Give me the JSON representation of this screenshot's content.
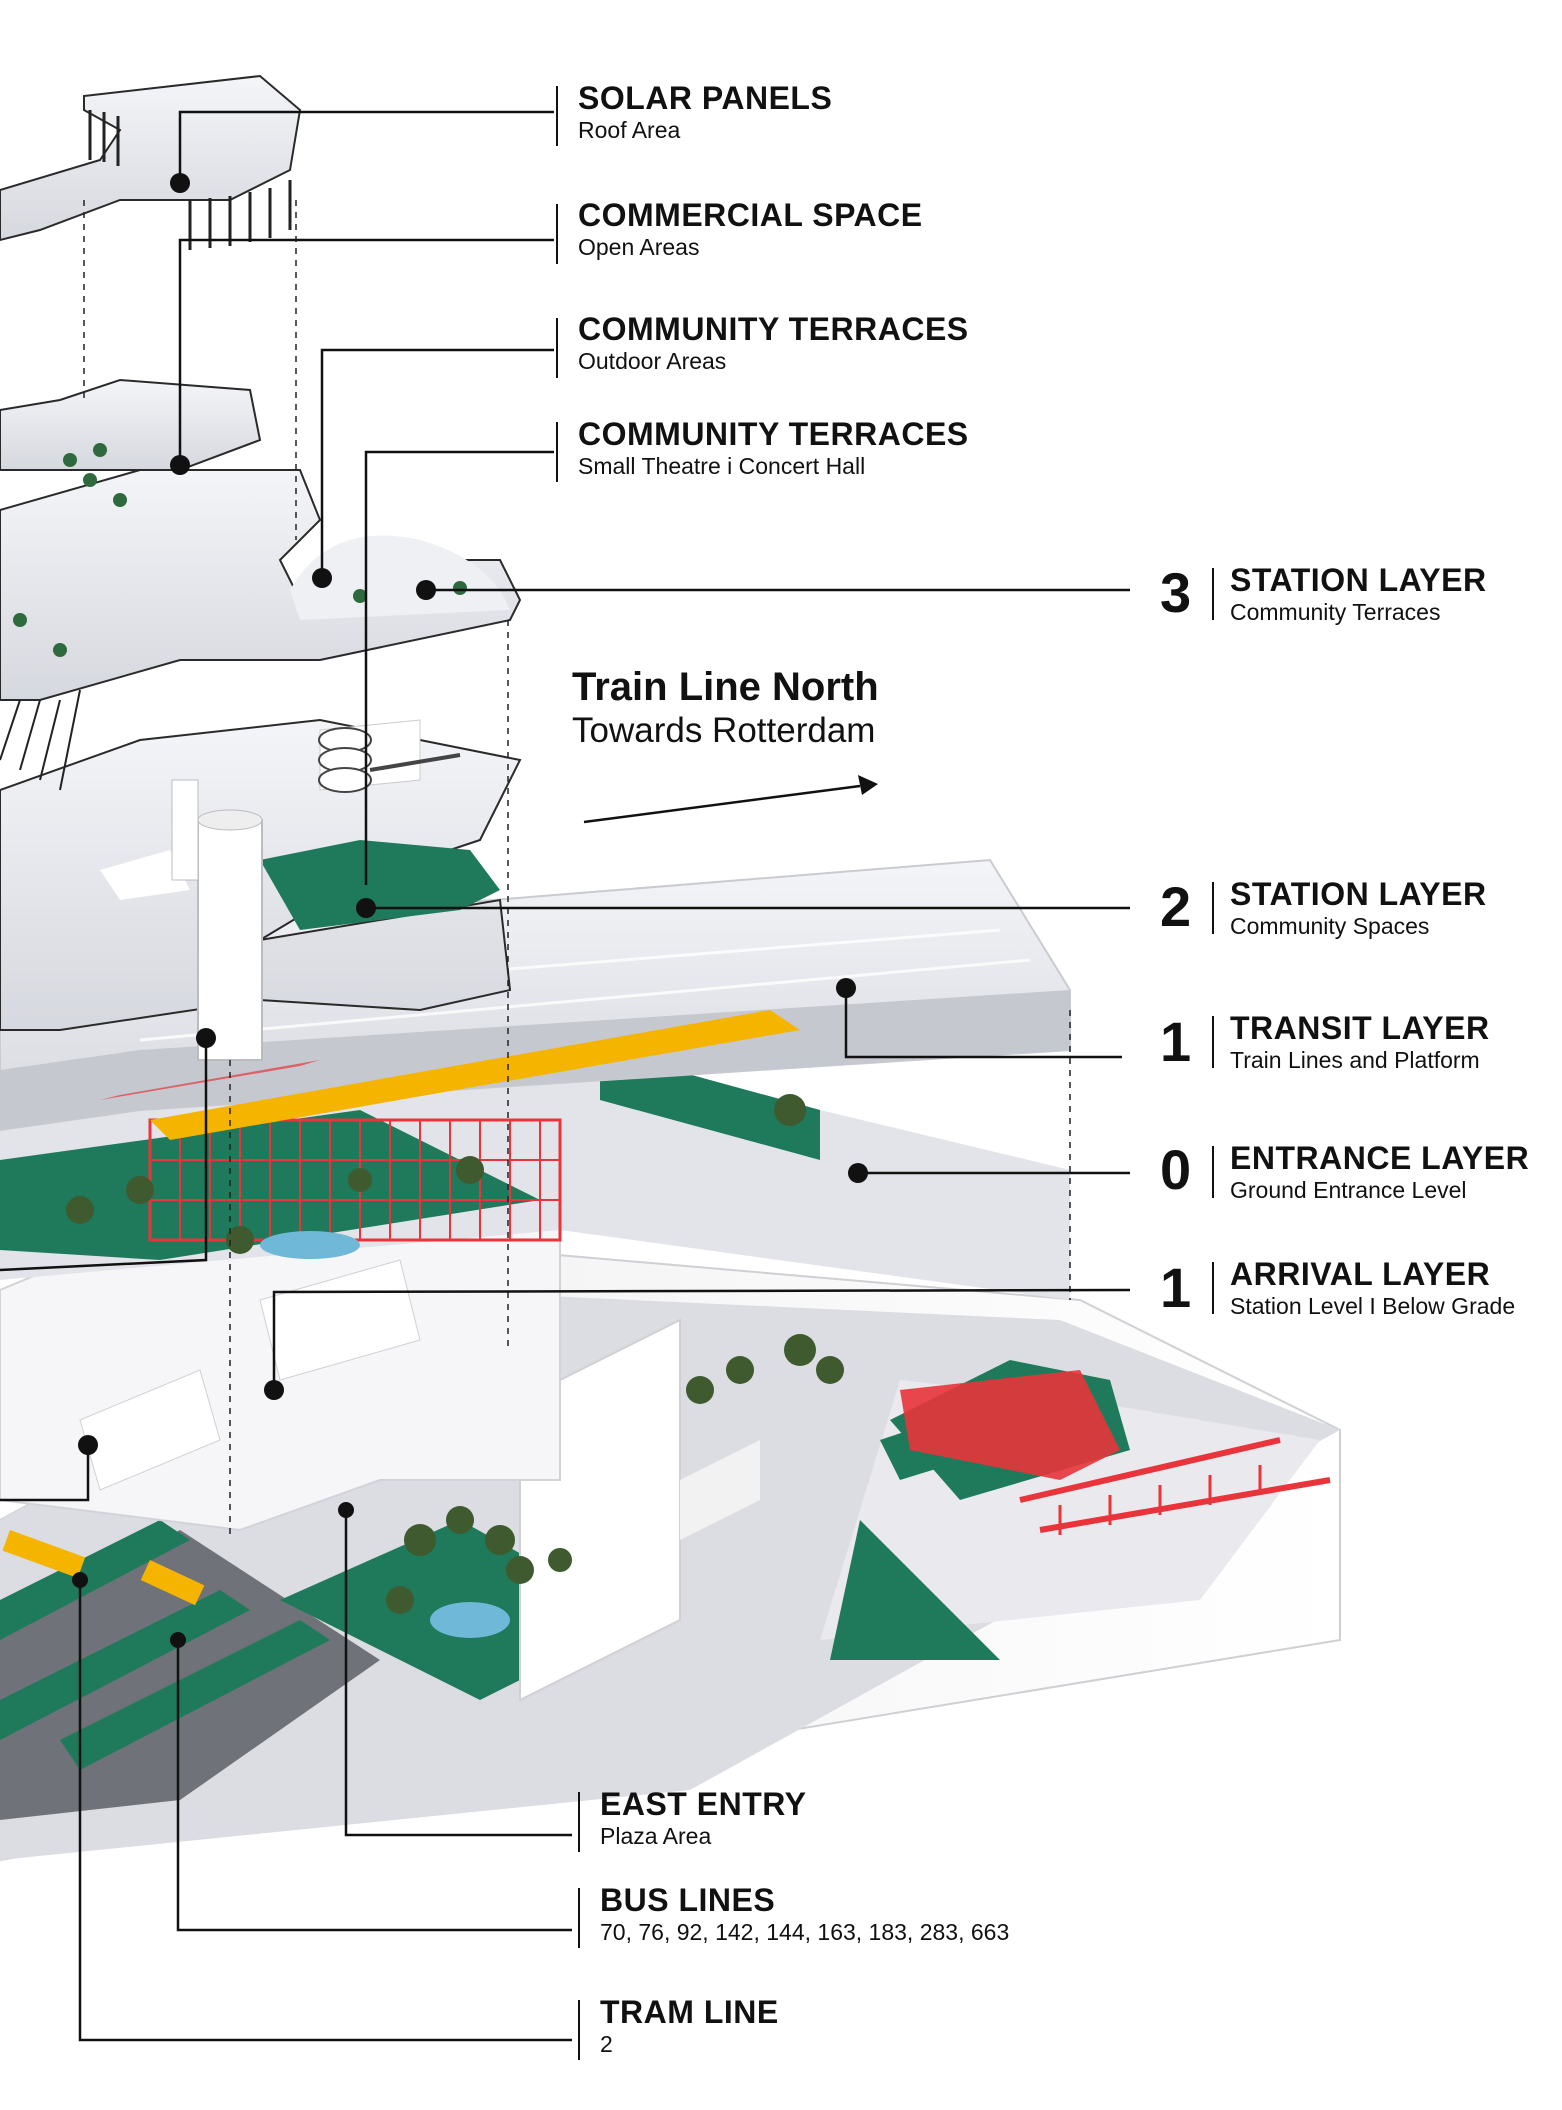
{
  "top_callouts": [
    {
      "title": "SOLAR PANELS",
      "subtitle": "Roof Area"
    },
    {
      "title": "COMMERCIAL SPACE",
      "subtitle": "Open Areas"
    },
    {
      "title": "COMMUNITY TERRACES",
      "subtitle": "Outdoor Areas"
    },
    {
      "title": "COMMUNITY TERRACES",
      "subtitle": "Small Theatre i Concert Hall"
    }
  ],
  "layers": [
    {
      "number": "3",
      "title": "STATION LAYER",
      "subtitle": "Community Terraces"
    },
    {
      "number": "2",
      "title": "STATION LAYER",
      "subtitle": "Community Spaces"
    },
    {
      "number": "1",
      "title": "TRANSIT LAYER",
      "subtitle": "Train Lines and Platform"
    },
    {
      "number": "0",
      "title": "ENTRANCE LAYER",
      "subtitle": "Ground Entrance Level"
    },
    {
      "number": "1",
      "title": "ARRIVAL LAYER",
      "subtitle": "Station Level I Below Grade"
    }
  ],
  "direction": {
    "title": "Train Line North",
    "subtitle": "Towards Rotterdam"
  },
  "bottom_callouts": [
    {
      "title": "EAST ENTRY",
      "subtitle": "Plaza Area"
    },
    {
      "title": "BUS LINES",
      "subtitle": "70, 76, 92, 142, 144, 163, 183, 283, 663"
    },
    {
      "title": "TRAM LINE",
      "subtitle": "2"
    }
  ],
  "colors": {
    "accent_yellow": "#f5b400",
    "accent_red": "#e8343a",
    "green": "#1e7a5a",
    "platform": "#e9eaee",
    "line": "#111111"
  }
}
